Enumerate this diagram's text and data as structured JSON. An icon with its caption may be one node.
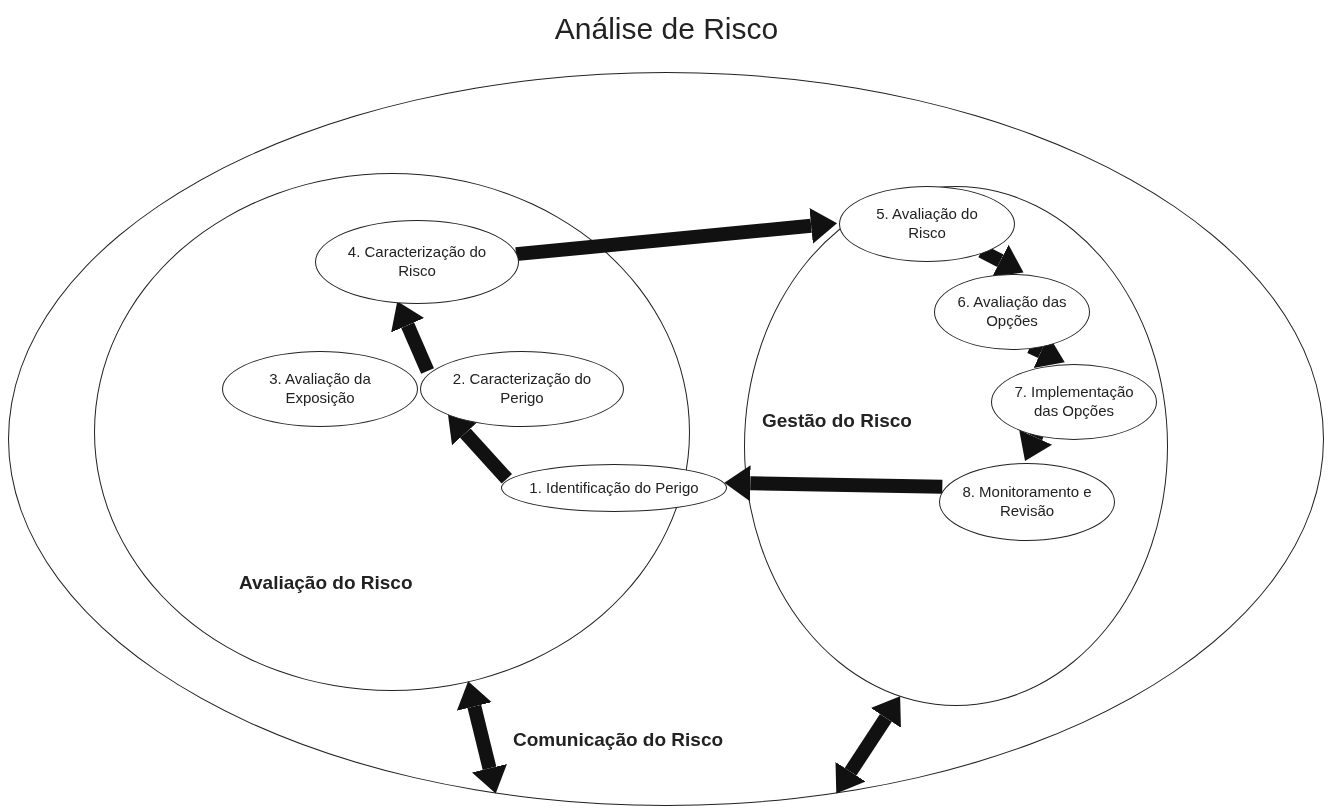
{
  "diagram": {
    "title": "Análise de Risco",
    "nodes": [
      {
        "text": [
          "Comunicação do Risco"
        ]
      },
      {
        "text": [
          "Avaliação do Risco"
        ],
        "in": 0
      },
      {
        "text": [
          "4. Caracterização do Risco"
        ],
        "in": 1
      },
      {
        "text": [
          "3. Avaliação da Exposição"
        ],
        "in": 1
      },
      {
        "text": [
          "2. Caracterização do Perigo"
        ],
        "in": 1
      },
      {
        "text": [
          "Gestão do Risco"
        ],
        "in": 0
      },
      {
        "text": [
          "5. Avaliação do Risco"
        ],
        "in": 5
      },
      {
        "text": [
          "6. Avaliação das Opções"
        ],
        "in": 5
      },
      {
        "text": [
          "7. Implementação das Opções"
        ],
        "in": 5
      },
      {
        "text": [
          "8. Monitoramento e Revisão"
        ],
        "in": 5
      },
      {
        "text": [
          "1. Identificação do Perigo"
        ],
        "in": 0
      }
    ],
    "edges": [
      {
        "from": 10,
        "to": 4,
        "arrow": "to"
      },
      {
        "from": 4,
        "to": 2,
        "arrow": "to"
      },
      {
        "from": 2,
        "to": 6,
        "arrow": "to"
      },
      {
        "from": 6,
        "to": 7,
        "arrow": "to"
      },
      {
        "from": 7,
        "to": 8,
        "arrow": "to"
      },
      {
        "from": 8,
        "to": 9,
        "arrow": "to"
      },
      {
        "from": 9,
        "to": 10,
        "arrow": "to"
      },
      {
        "from": 1,
        "to": 0,
        "arrow": "both"
      },
      {
        "from": 5,
        "to": 0,
        "arrow": "both"
      }
    ]
  }
}
